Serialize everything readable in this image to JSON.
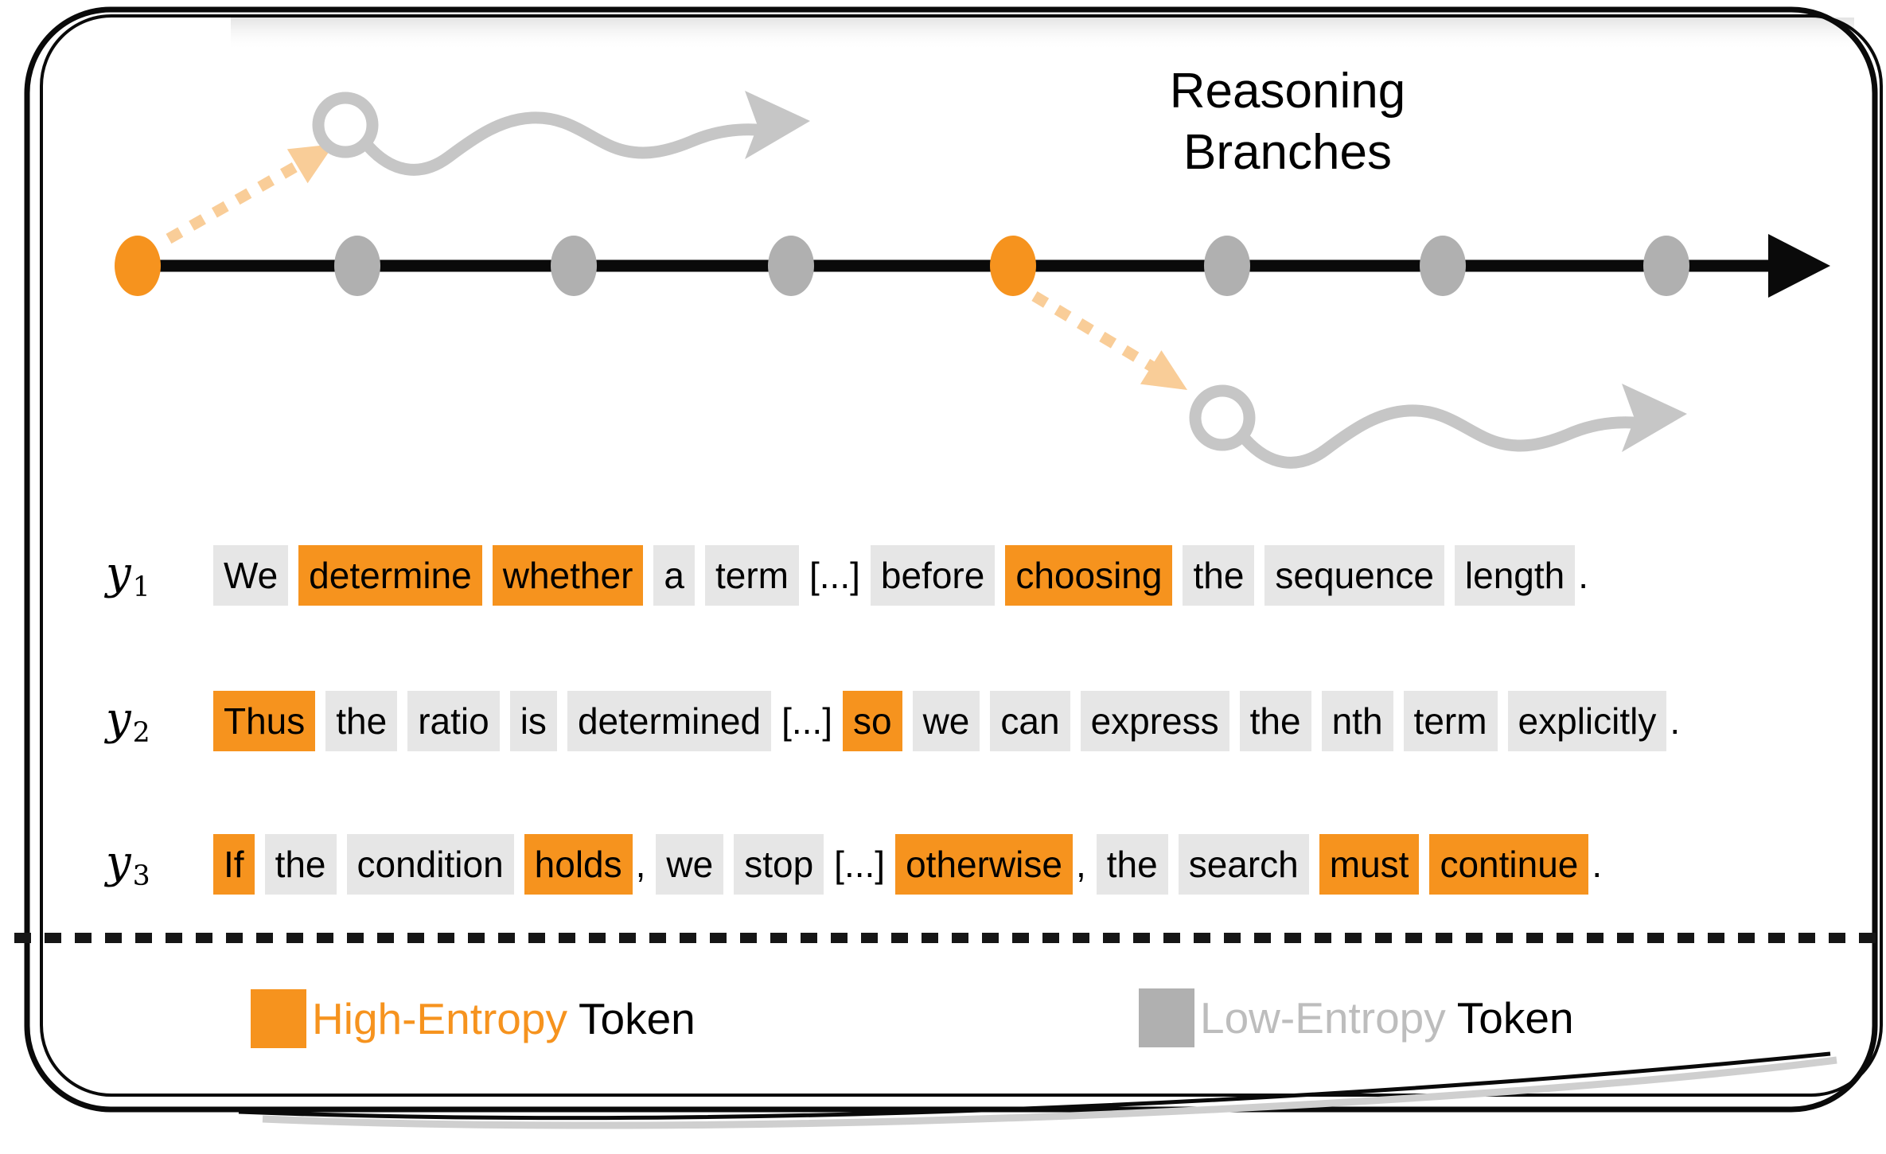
{
  "colors": {
    "high": "#F6931E",
    "high_light": "#F9CD98",
    "low_dot": "#B0B0B0",
    "low_bg": "#E6E6E6",
    "wave": "#C6C6C6",
    "legend_low_text": "#BDBDBD",
    "ink": "#0A0A0A"
  },
  "branch_label": {
    "line1": "Reasoning",
    "line2": "Branches"
  },
  "timeline": {
    "dots": [
      {
        "type": "high"
      },
      {
        "type": "low"
      },
      {
        "type": "low"
      },
      {
        "type": "low"
      },
      {
        "type": "high"
      },
      {
        "type": "low"
      },
      {
        "type": "low"
      },
      {
        "type": "low"
      }
    ]
  },
  "sentences": [
    {
      "label": "y",
      "sub": "1",
      "tokens": [
        {
          "t": "We",
          "k": "low"
        },
        {
          "t": "determine",
          "k": "high"
        },
        {
          "t": "whether",
          "k": "high"
        },
        {
          "t": "a",
          "k": "low"
        },
        {
          "t": "term",
          "k": "low"
        },
        {
          "t": "[...]",
          "k": "none"
        },
        {
          "t": "before",
          "k": "low"
        },
        {
          "t": "choosing",
          "k": "high"
        },
        {
          "t": "the",
          "k": "low"
        },
        {
          "t": "sequence",
          "k": "low"
        },
        {
          "t": "length",
          "k": "low"
        },
        {
          "t": ".",
          "k": "none",
          "glue": true
        }
      ]
    },
    {
      "label": "y",
      "sub": "2",
      "tokens": [
        {
          "t": "Thus",
          "k": "high"
        },
        {
          "t": "the",
          "k": "low"
        },
        {
          "t": "ratio",
          "k": "low"
        },
        {
          "t": "is",
          "k": "low"
        },
        {
          "t": "determined",
          "k": "low"
        },
        {
          "t": "[...]",
          "k": "none"
        },
        {
          "t": "so",
          "k": "high"
        },
        {
          "t": "we",
          "k": "low"
        },
        {
          "t": "can",
          "k": "low"
        },
        {
          "t": "express",
          "k": "low"
        },
        {
          "t": "the",
          "k": "low"
        },
        {
          "t": "nth",
          "k": "low"
        },
        {
          "t": "term",
          "k": "low"
        },
        {
          "t": "explicitly",
          "k": "low"
        },
        {
          "t": ".",
          "k": "none",
          "glue": true
        }
      ]
    },
    {
      "label": "y",
      "sub": "3",
      "tokens": [
        {
          "t": "If",
          "k": "high"
        },
        {
          "t": "the",
          "k": "low"
        },
        {
          "t": "condition",
          "k": "low"
        },
        {
          "t": "holds",
          "k": "high"
        },
        {
          "t": ",",
          "k": "none",
          "glue": true
        },
        {
          "t": "we",
          "k": "low"
        },
        {
          "t": "stop",
          "k": "low"
        },
        {
          "t": "[...]",
          "k": "none"
        },
        {
          "t": "otherwise",
          "k": "high"
        },
        {
          "t": ",",
          "k": "none",
          "glue": true
        },
        {
          "t": "the",
          "k": "low"
        },
        {
          "t": "search",
          "k": "low"
        },
        {
          "t": "must",
          "k": "high"
        },
        {
          "t": "continue",
          "k": "high"
        },
        {
          "t": ".",
          "k": "none",
          "glue": true
        }
      ]
    }
  ],
  "legend": {
    "high": {
      "label": "High-Entropy",
      "suffix": "Token"
    },
    "low": {
      "label": "Low-Entropy",
      "suffix": "Token"
    }
  }
}
